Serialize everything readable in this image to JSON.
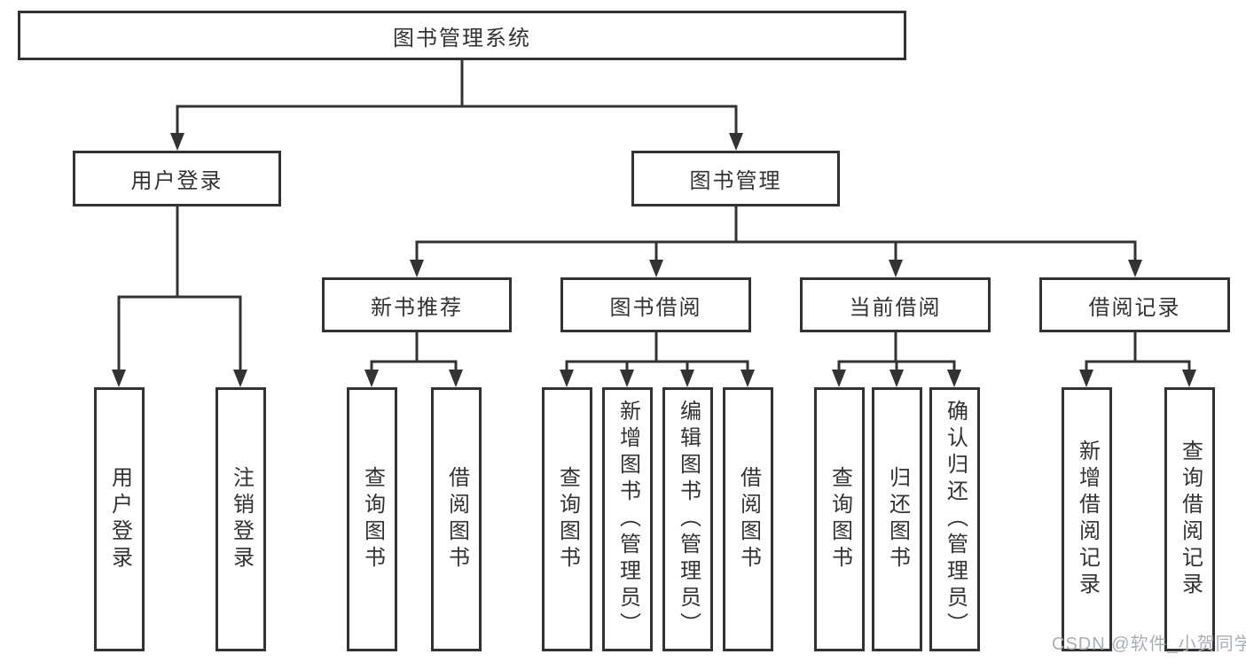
{
  "tree": {
    "label": "图书管理系统",
    "children": [
      {
        "label": "用户登录",
        "children": [
          {
            "label": "用户登录"
          },
          {
            "label": "注销登录"
          }
        ]
      },
      {
        "label": "图书管理",
        "children": [
          {
            "label": "新书推荐",
            "children": [
              {
                "label": "查询图书"
              },
              {
                "label": "借阅图书"
              }
            ]
          },
          {
            "label": "图书借阅",
            "children": [
              {
                "label": "查询图书"
              },
              {
                "label": "新增图书（管理员）"
              },
              {
                "label": "编辑图书（管理员）"
              },
              {
                "label": "借阅图书"
              }
            ]
          },
          {
            "label": "当前借阅",
            "children": [
              {
                "label": "查询图书"
              },
              {
                "label": "归还图书"
              },
              {
                "label": "确认归还（管理员）"
              }
            ]
          },
          {
            "label": "借阅记录",
            "children": [
              {
                "label": "新增借阅记录"
              },
              {
                "label": "查询借阅记录"
              }
            ]
          }
        ]
      }
    ]
  },
  "watermark": {
    "text": "CSDN @软件_小贺同学"
  },
  "colors": {
    "line": "#333333",
    "box_border": "#333333",
    "text": "#333333",
    "watermark": "#a9aeb6",
    "background": "#ffffff"
  }
}
